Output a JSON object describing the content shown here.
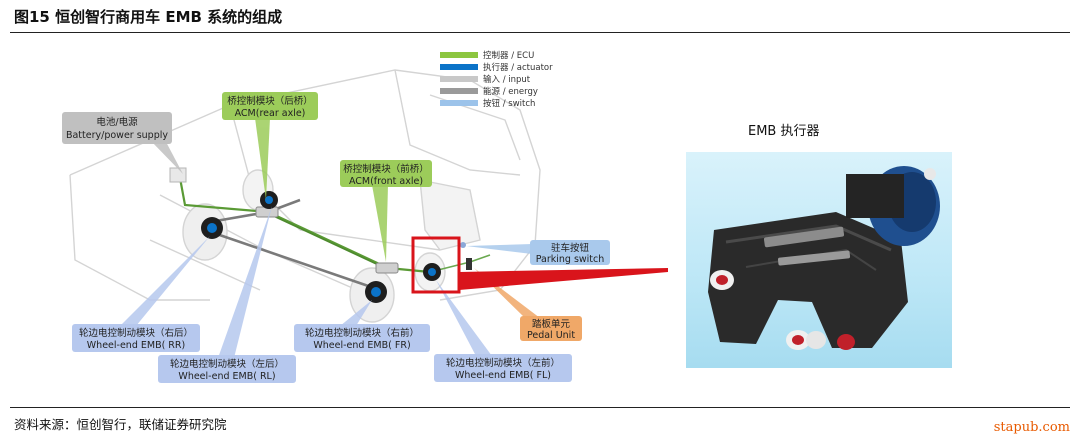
{
  "figure": {
    "title": "图15 恒创智行商用车 EMB 系统的组成",
    "source": "资料来源：恒创智行，联储证券研究院",
    "watermark": "stapub.com",
    "emb_caption": "EMB 执行器"
  },
  "legend": [
    {
      "label": "控制器 / ECU",
      "color": "#8cc63f"
    },
    {
      "label": "执行器 / actuator",
      "color": "#0b73c8"
    },
    {
      "label": "输入 / input",
      "color": "#c8c8c8"
    },
    {
      "label": "能源 / energy",
      "color": "#9a9a9a"
    },
    {
      "label": "按钮 / switch",
      "color": "#9cc3ea"
    }
  ],
  "callouts": {
    "battery": {
      "line1": "电池/电源",
      "line2": "Battery/power supply",
      "color": "#c0c0c0"
    },
    "acm_rear": {
      "line1": "桥控制模块（后桥）",
      "line2": "ACM(rear axle)",
      "color": "#9ccc5a"
    },
    "acm_front": {
      "line1": "桥控制模块（前桥）",
      "line2": "ACM(front axle)",
      "color": "#9ccc5a"
    },
    "parking": {
      "line1": "驻车按钮",
      "line2": "Parking switch",
      "color": "#a9c9ec"
    },
    "pedal": {
      "line1": "踏板单元",
      "line2": "Pedal Unit",
      "color": "#f0a868"
    },
    "wheel_rr": {
      "line1": "轮边电控制动模块（右后）",
      "line2": "Wheel-end EMB( RR)",
      "color": "#b6c8ee"
    },
    "wheel_rl": {
      "line1": "轮边电控制动模块（左后）",
      "line2": "Wheel-end EMB( RL)",
      "color": "#b6c8ee"
    },
    "wheel_fr": {
      "line1": "轮边电控制动模块（右前）",
      "line2": "Wheel-end EMB( FR)",
      "color": "#b6c8ee"
    },
    "wheel_fl": {
      "line1": "轮边电控制动模块（左前）",
      "line2": "Wheel-end EMB( FL)",
      "color": "#b6c8ee"
    }
  },
  "colors": {
    "highlight": "#d9141b",
    "ecu_wire": "#5a9a35",
    "actuator": "#0b73c8"
  }
}
